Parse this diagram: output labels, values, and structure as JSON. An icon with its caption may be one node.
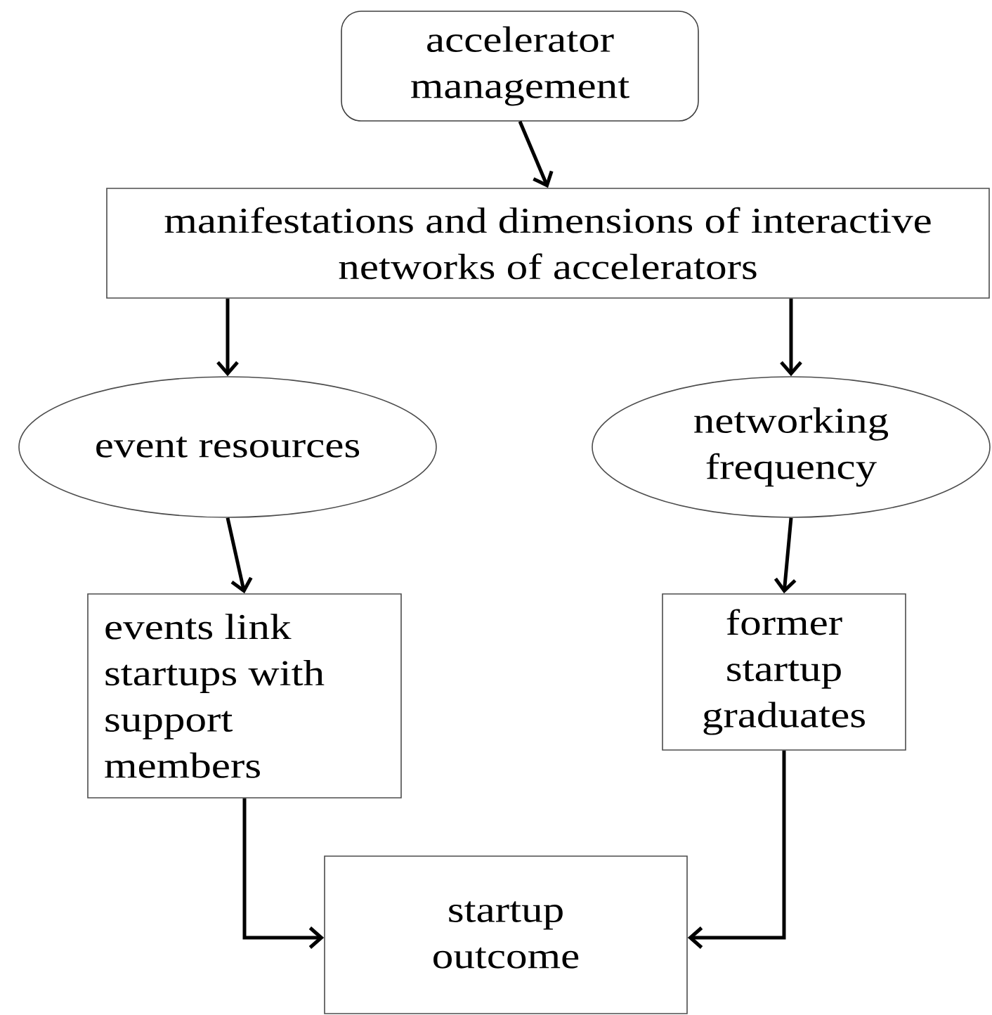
{
  "diagram": {
    "nodes": [
      {
        "text": [
          "accelerator management"
        ]
      },
      {
        "text": [
          "manifestations and dimensions of interactive networks of accelerators"
        ]
      },
      {
        "text": [
          "event resources"
        ]
      },
      {
        "text": [
          "networking frequency"
        ]
      },
      {
        "text": [
          "events link startups with support members"
        ]
      },
      {
        "text": [
          "former startup graduates"
        ]
      },
      {
        "text": [
          "startup outcome"
        ]
      }
    ],
    "edges": [
      {
        "from": 0,
        "to": 1,
        "arrow": "to"
      },
      {
        "from": 1,
        "to": 2,
        "arrow": "to"
      },
      {
        "from": 1,
        "to": 3,
        "arrow": "to"
      },
      {
        "from": 2,
        "to": 4,
        "arrow": "to"
      },
      {
        "from": 3,
        "to": 5,
        "arrow": "to"
      },
      {
        "from": 4,
        "to": 6,
        "arrow": "to"
      },
      {
        "from": 5,
        "to": 6,
        "arrow": "to"
      }
    ]
  }
}
